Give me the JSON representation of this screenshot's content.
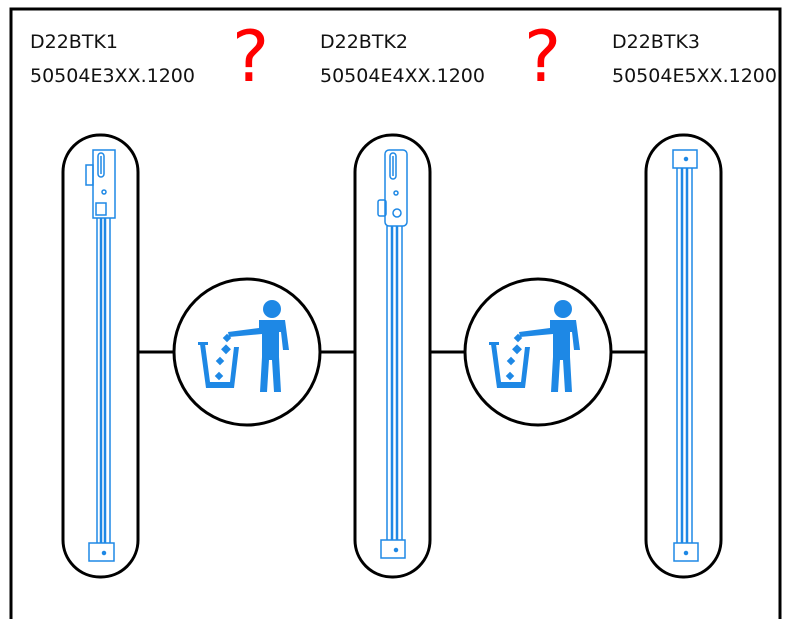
{
  "colors": {
    "frame": "#000000",
    "part": "#1e88e5",
    "question": "#ff0000"
  },
  "products": [
    {
      "name": "D22BTK1",
      "code": "50504E3XX.1200"
    },
    {
      "name": "D22BTK2",
      "code": "50504E4XX.1200"
    },
    {
      "name": "D22BTK3",
      "code": "50504E5XX.1200"
    }
  ],
  "question_marks": [
    "?",
    "?"
  ],
  "icons": [
    "trash-person-icon",
    "trash-person-icon"
  ]
}
